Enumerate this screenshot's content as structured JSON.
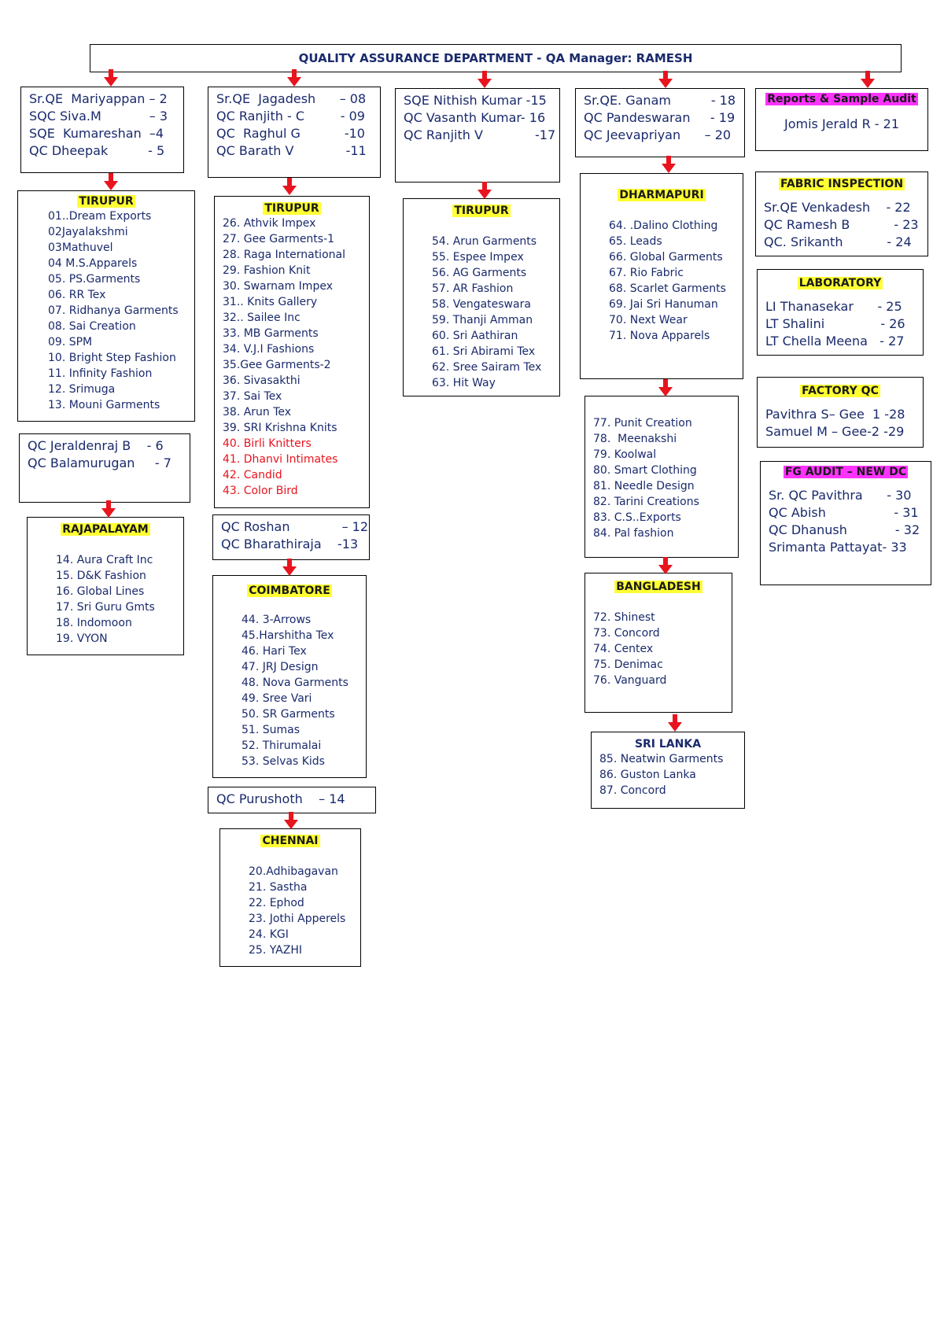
{
  "top": "QUALITY ASSURANCE DEPARTMENT - QA Manager: RAMESH",
  "col1": {
    "team": [
      "Sr.QE  Mariyappan – 2",
      "SQC Siva.M            – 3",
      "SQE  Kumareshan  –4",
      "QC Dheepak          - 5"
    ],
    "tirupur": {
      "title": "TIRUPUR",
      "items": [
        "01..Dream Exports",
        "02Jayalakshmi",
        "03Mathuvel",
        "04 M.S.Apparels",
        "05. PS.Garments",
        "06. RR Tex",
        "07. Ridhanya Garments",
        "08. Sai Creation",
        "09. SPM",
        "10. Bright Step Fashion",
        "11. Infinity Fashion",
        "12. Srimuga",
        "13. Mouni Garments"
      ]
    },
    "team2": [
      "QC Jeraldenraj B    - 6",
      "QC Balamurugan     - 7"
    ],
    "rajapalayam": {
      "title": "RAJAPALAYAM",
      "items": [
        "14. Aura Craft Inc",
        "15. D&K Fashion",
        "16. Global Lines",
        "17. Sri Guru Gmts",
        "18. Indomoon",
        "19. VYON"
      ]
    }
  },
  "col2": {
    "team": [
      "Sr.QE  Jagadesh      – 08",
      "QC Ranjith - C         - 09",
      "QC  Raghul G           -10",
      "QC Barath V             -11"
    ],
    "tirupur": {
      "title": "TIRUPUR",
      "items": [
        "26. Athvik Impex",
        "27. Gee Garments-1",
        "28. Raga International",
        "29. Fashion Knit",
        "30. Swarnam Impex",
        "31.. Knits Gallery",
        "32.. Sailee Inc",
        "33. MB Garments",
        "34. V.J.I Fashions",
        "35.Gee Garments-2",
        "36. Sivasakthi",
        "37. Sai Tex",
        "38. Arun Tex",
        "39. SRI Krishna Knits"
      ],
      "red_items": [
        "40. Birli Knitters",
        "41. Dhanvi Intimates",
        "42. Candid",
        "43. Color Bird"
      ]
    },
    "team2": [
      "QC Roshan             – 12",
      "QC Bharathiraja    -13"
    ],
    "coimbatore": {
      "title": "COIMBATORE",
      "items": [
        "44. 3-Arrows",
        "45.Harshitha Tex",
        "46. Hari Tex",
        "47. JRJ Design",
        "48. Nova Garments",
        "49. Sree Vari",
        "50. SR Garments",
        "51. Sumas",
        "52. Thirumalai",
        "53. Selvas Kids"
      ]
    },
    "team3": [
      "QC Purushoth    – 14"
    ],
    "chennai": {
      "title": "CHENNAI",
      "items": [
        "20.Adhibagavan",
        "21. Sastha",
        "22. Ephod",
        "23. Jothi Apperels",
        "24. KGI",
        "25. YAZHI"
      ]
    }
  },
  "col3": {
    "team": [
      "SQE Nithish Kumar -15",
      "QC Vasanth Kumar- 16",
      "QC Ranjith V             -17"
    ],
    "tirupur": {
      "title": "TIRUPUR",
      "items": [
        "54. Arun Garments",
        "55. Espee Impex",
        "56. AG Garments",
        "57. AR Fashion",
        "58. Vengateswara",
        "59. Thanji Amman",
        "60. Sri Aathiran",
        "61. Sri Abirami Tex",
        "62. Sree Sairam Tex",
        "63. Hit Way"
      ]
    }
  },
  "col4": {
    "team": [
      "Sr.QE. Ganam          - 18",
      "QC Pandeswaran     - 19",
      "QC Jeevapriyan      – 20"
    ],
    "dharmapuri": {
      "title": "DHARMAPURI",
      "items": [
        "64. .Dalino Clothing",
        "65. Leads",
        "66. Global Garments",
        "67. Rio Fabric",
        "68. Scarlet Garments",
        "69. Jai Sri Hanuman",
        "70. Next Wear",
        "71. Nova Apparels"
      ]
    },
    "list2": {
      "items": [
        "77. Punit Creation",
        "78.  Meenakshi",
        "79. Koolwal",
        "80. Smart Clothing",
        "81. Needle Design",
        "82. Tarini Creations",
        "83. C.S..Exports",
        "84. Pal fashion"
      ]
    },
    "bangladesh": {
      "title": "BANGLADESH",
      "items": [
        "72. Shinest",
        "73. Concord",
        "74. Centex",
        "75. Denimac",
        "76. Vanguard"
      ]
    },
    "srilanka": {
      "title": "SRI LANKA",
      "items": [
        "85. Neatwin Garments",
        "86. Guston Lanka",
        "87. Concord"
      ]
    }
  },
  "col5": {
    "reports": {
      "title": "Reports & Sample Audit",
      "items": [
        "Jomis Jerald R - 21"
      ]
    },
    "fabric": {
      "title": "FABRIC INSPECTION",
      "items": [
        "Sr.QE Venkadesh    - 22",
        "QC Ramesh B           - 23",
        "QC. Srikanth           - 24"
      ]
    },
    "lab": {
      "title": "LABORATORY",
      "items": [
        "LI Thanasekar      - 25",
        "LT Shalini              - 26",
        "LT Chella Meena   - 27"
      ]
    },
    "factory": {
      "title": "FACTORY QC",
      "items": [
        "Pavithra S– Gee  1 -28",
        "Samuel M – Gee-2 -29"
      ]
    },
    "fg": {
      "title": "FG AUDIT – NEW DC",
      "items": [
        "Sr. QC Pavithra      - 30",
        "QC Abish                 - 31",
        "QC Dhanush            - 32",
        "Srimanta Pattayat- 33"
      ]
    }
  },
  "colors": {
    "arrow": "#e8141e",
    "text": "#1a2a6c",
    "highlight_yellow": "#ffff33",
    "highlight_magenta": "#ff33ff"
  }
}
